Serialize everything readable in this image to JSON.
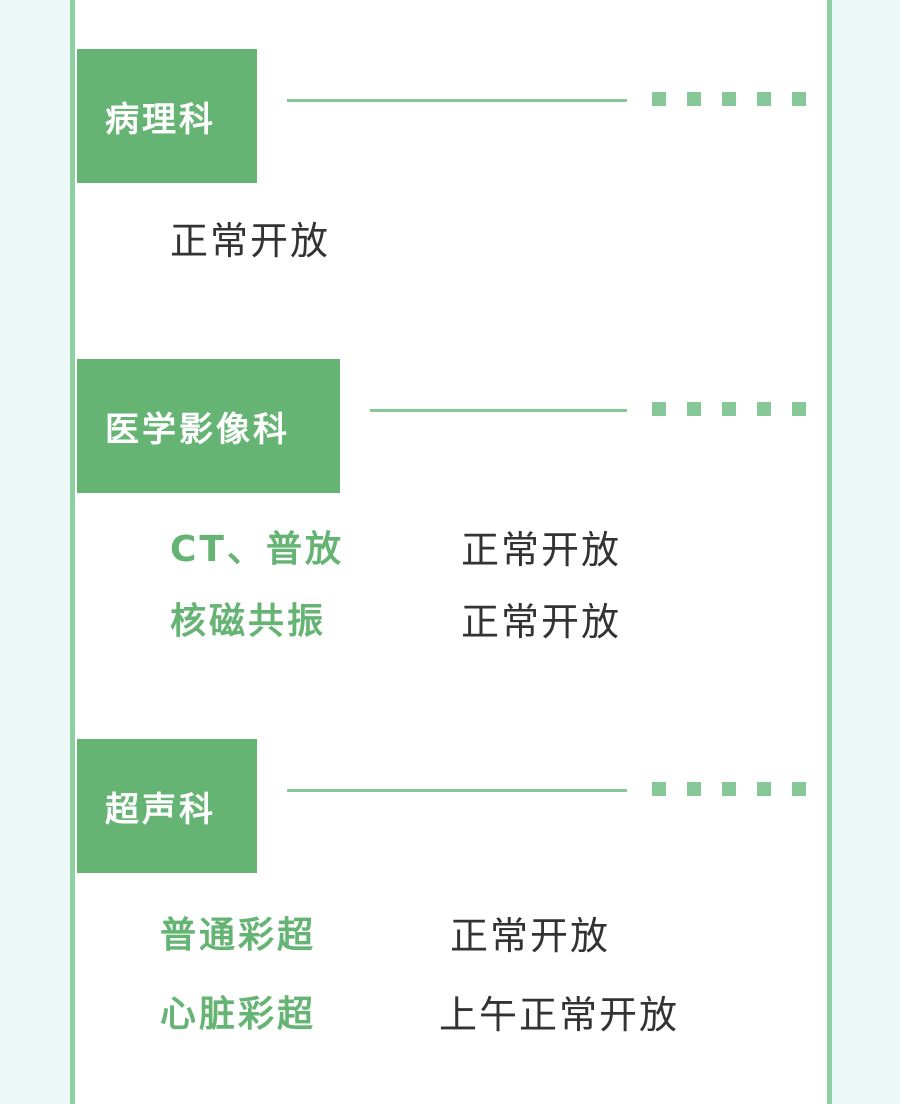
{
  "sections": [
    {
      "title": "病理科",
      "status": "正常开放"
    },
    {
      "title": "医学影像科",
      "rows": [
        {
          "label": "CT、普放",
          "status": "正常开放"
        },
        {
          "label": "核磁共振",
          "status": "正常开放"
        }
      ]
    },
    {
      "title": "超声科",
      "rows": [
        {
          "label": "普通彩超",
          "status": "正常开放"
        },
        {
          "label": "心脏彩超",
          "status": "上午正常开放"
        }
      ]
    }
  ],
  "colors": {
    "accent": "#66b474",
    "border": "#8ed0a1",
    "background": "#ebf8f7",
    "text": "#333333"
  }
}
